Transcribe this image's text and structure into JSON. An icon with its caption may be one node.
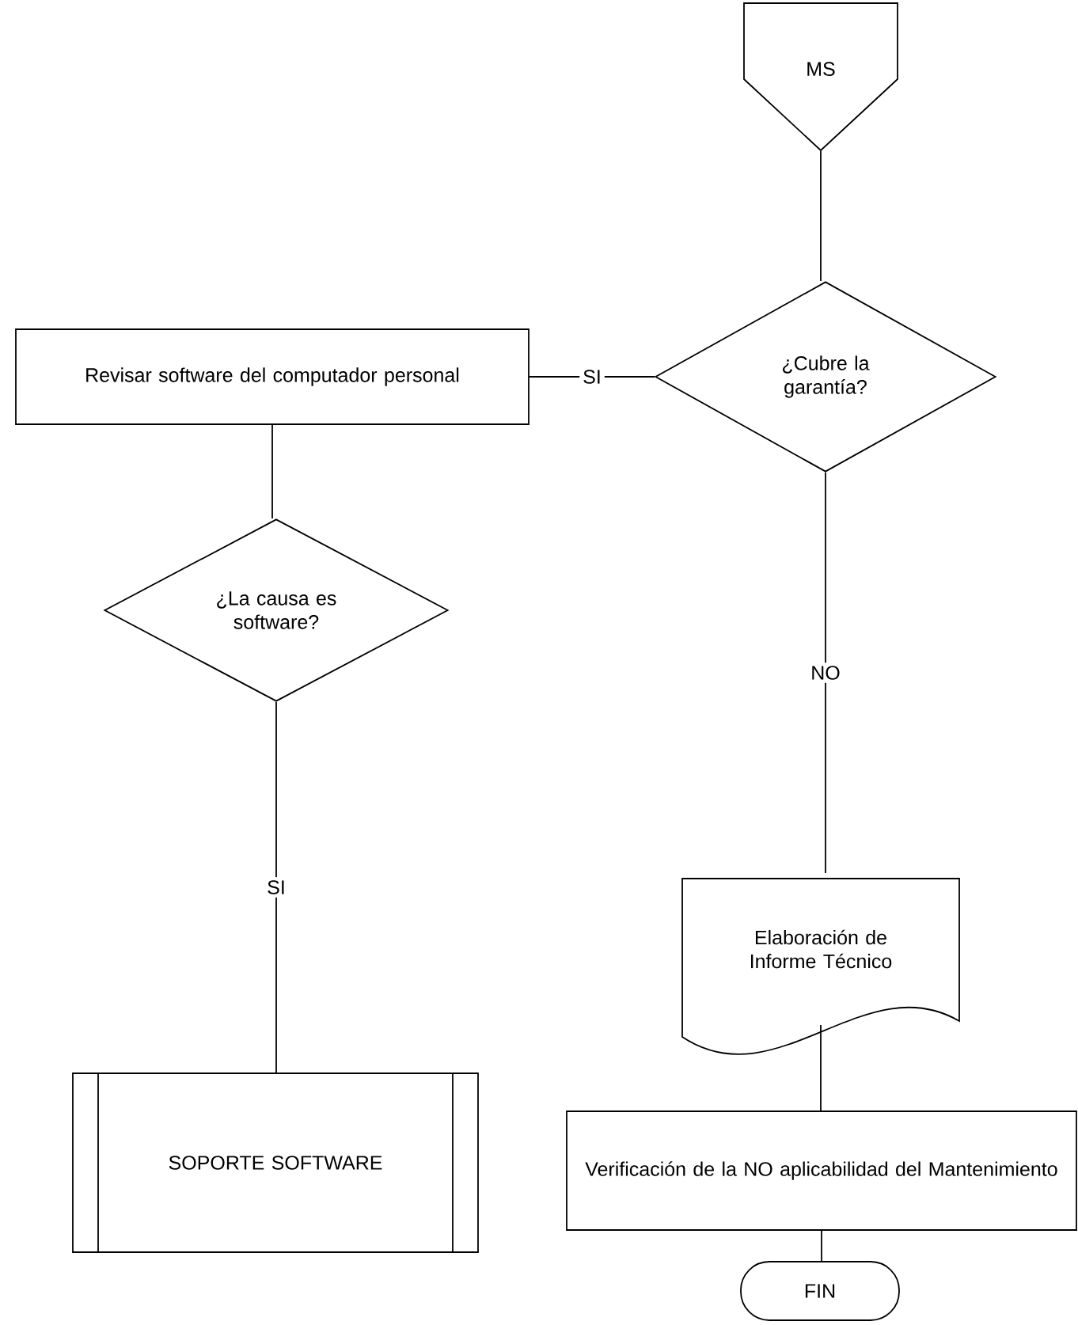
{
  "diagram": {
    "nodes": [
      {
        "text": [
          "MS"
        ]
      },
      {
        "text": [
          "¿Cubre la garantía?"
        ]
      },
      {
        "text": [
          "Revisar software del computador personal"
        ]
      },
      {
        "text": [
          "¿La causa es software?"
        ]
      },
      {
        "text": [
          "SOPORTE SOFTWARE"
        ]
      },
      {
        "text": [
          "Elaboración de Informe Técnico"
        ]
      },
      {
        "text": [
          "Verificación de la NO aplicabilidad del Mantenimiento"
        ]
      },
      {
        "text": [
          "FIN"
        ]
      }
    ],
    "edges": [
      {
        "from": 0,
        "to": 1,
        "arrow": "none"
      },
      {
        "from": 1,
        "to": 2,
        "arrow": "none",
        "label": "SI"
      },
      {
        "from": 2,
        "to": 3,
        "arrow": "none"
      },
      {
        "from": 3,
        "to": 4,
        "arrow": "none",
        "label": "SI"
      },
      {
        "from": 1,
        "to": 5,
        "arrow": "none",
        "label": "NO"
      },
      {
        "from": 5,
        "to": 6,
        "arrow": "none"
      },
      {
        "from": 6,
        "to": 7,
        "arrow": "none"
      }
    ]
  }
}
